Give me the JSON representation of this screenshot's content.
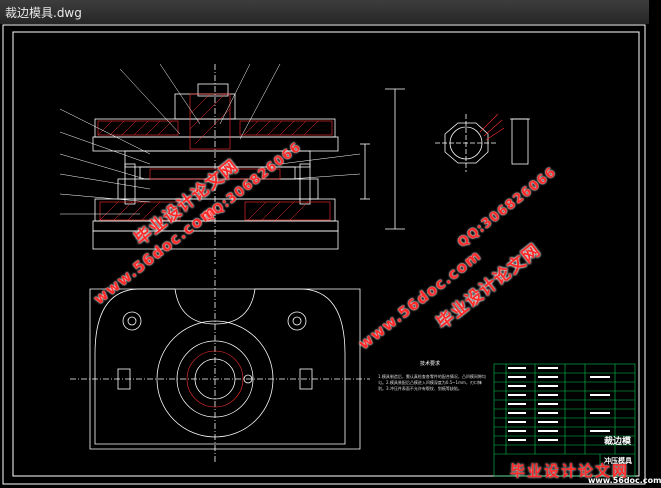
{
  "window": {
    "title": "裁边模具.dwg"
  },
  "watermarks": {
    "site_cn": "毕业设计论文网",
    "url": "www.56doc.com",
    "qq": "QQ:306826066"
  },
  "drawing": {
    "notes_title": "技术要求",
    "notes_body": "1.模具制造后，需认真检查各零件的配合情况，凸凹模间隙均匀。2.模具装配后凸模进入凹模深度为0.5~1mm，刃口锋利。3.冲压件表面不允许有裂纹、划痕等缺陷。",
    "title_block_name": "裁边模",
    "title_block_unit": "冲压模具"
  },
  "footer": {
    "site_cn": "毕业设计论文网",
    "url": "www.56doc.com"
  },
  "colors": {
    "accent": "#ff2a2a",
    "line": "#ffffff",
    "hatch": "#ff3030",
    "titleblock": "#00c853"
  }
}
